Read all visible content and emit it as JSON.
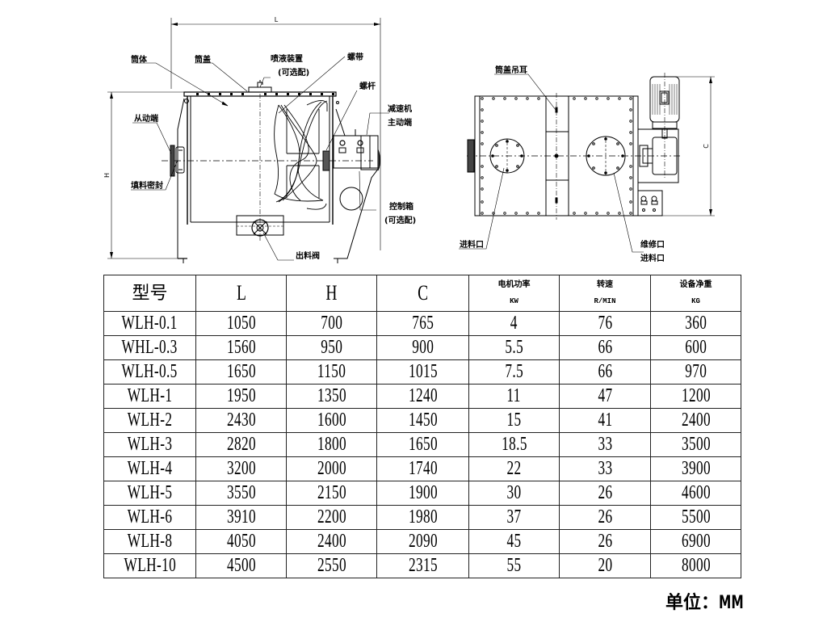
{
  "front_view": {
    "dimension_L": "L",
    "dimension_H": "H",
    "labels": {
      "barrel": "筒体",
      "cover": "筒盖",
      "spray_device": "喷液装置",
      "spray_optional": "(可选配)",
      "ribbon": "螺带",
      "shaft": "螺杆",
      "driven_end": "从动端",
      "reducer": "减速机",
      "drive_end": "主动端",
      "packing_seal": "填料密封",
      "control_box": "控制箱",
      "control_optional": "(可选配)",
      "discharge_valve": "出料阀"
    }
  },
  "top_view": {
    "dimension_C": "C",
    "labels": {
      "lifting_lug": "筒盖吊耳",
      "inlet_left": "进料口",
      "maintenance_port": "维修口",
      "inlet_right": "进料口"
    }
  },
  "table": {
    "headers": [
      {
        "title": "型号",
        "unit": ""
      },
      {
        "title": "L",
        "unit": ""
      },
      {
        "title": "H",
        "unit": ""
      },
      {
        "title": "C",
        "unit": ""
      },
      {
        "title": "电机功率",
        "unit": "KW"
      },
      {
        "title": "转速",
        "unit": "R/MIN"
      },
      {
        "title": "设备净重",
        "unit": "KG"
      }
    ],
    "rows": [
      [
        "WLH-0.1",
        "1050",
        "700",
        "765",
        "4",
        "76",
        "360"
      ],
      [
        "WHL-0.3",
        "1560",
        "950",
        "900",
        "5.5",
        "66",
        "600"
      ],
      [
        "WLH-0.5",
        "1650",
        "1150",
        "1015",
        "7.5",
        "66",
        "970"
      ],
      [
        "WLH-1",
        "1950",
        "1350",
        "1240",
        "11",
        "47",
        "1200"
      ],
      [
        "WLH-2",
        "2430",
        "1600",
        "1450",
        "15",
        "41",
        "2400"
      ],
      [
        "WLH-3",
        "2820",
        "1800",
        "1650",
        "18.5",
        "33",
        "3500"
      ],
      [
        "WLH-4",
        "3200",
        "2000",
        "1740",
        "22",
        "33",
        "3900"
      ],
      [
        "WLH-5",
        "3550",
        "2150",
        "1900",
        "30",
        "26",
        "4600"
      ],
      [
        "WLH-6",
        "3910",
        "2200",
        "1980",
        "37",
        "26",
        "5500"
      ],
      [
        "WLH-8",
        "4050",
        "2400",
        "2090",
        "45",
        "26",
        "6900"
      ],
      [
        "WLH-10",
        "4500",
        "2550",
        "2315",
        "55",
        "20",
        "8000"
      ]
    ]
  },
  "unit_note": {
    "label": "单位：",
    "value": "MM"
  }
}
